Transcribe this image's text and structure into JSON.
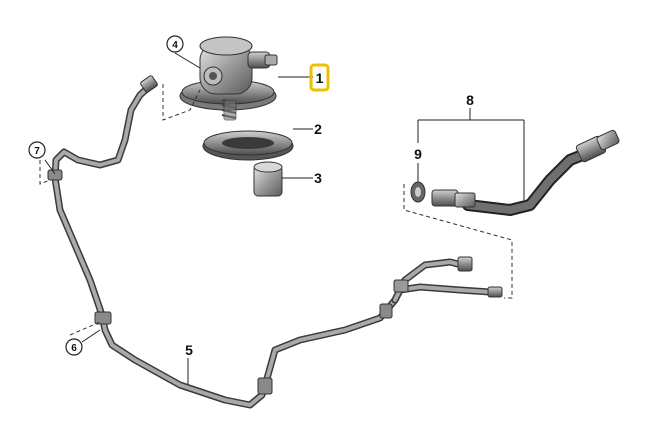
{
  "callouts": {
    "p1": "1",
    "p2": "2",
    "p3": "3",
    "p4": "4",
    "p5": "5",
    "p6": "6",
    "p7": "7",
    "p8": "8",
    "p9": "9"
  },
  "colors": {
    "highlight": "#e8c200",
    "line": "#222222",
    "part_metal": "#9a9a9a",
    "pipe_dark": "#3a3a3a"
  }
}
